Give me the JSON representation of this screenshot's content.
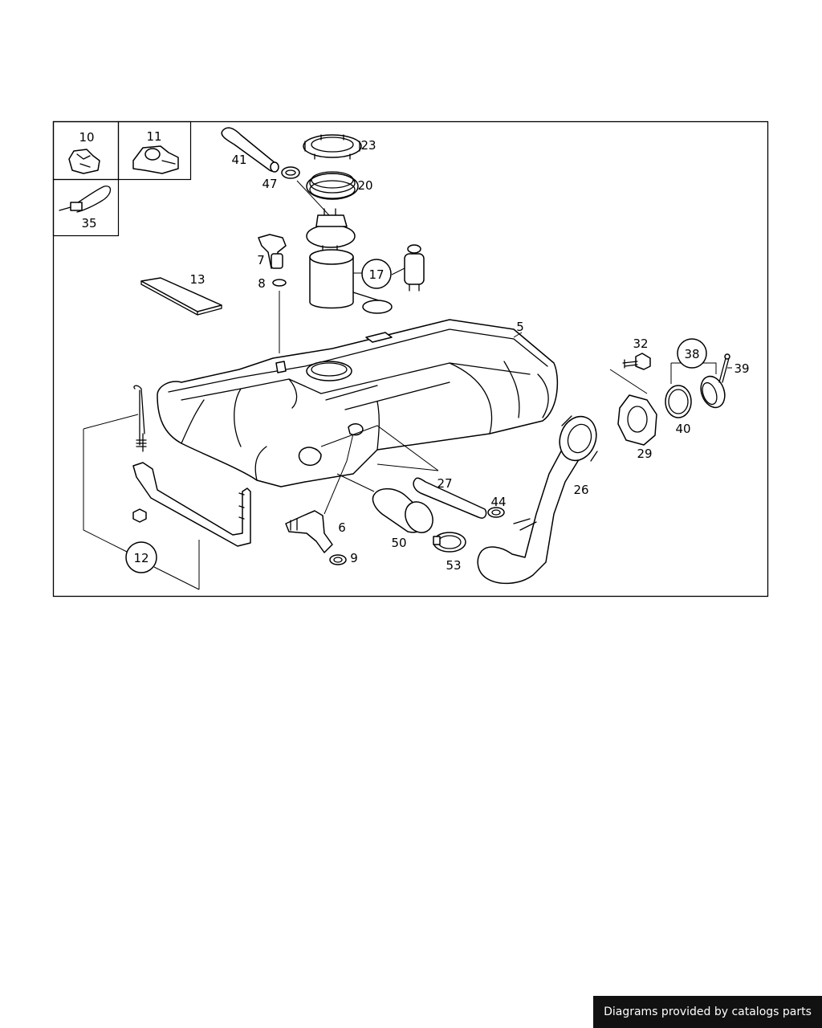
{
  "labels": {
    "l10": "10",
    "l11": "11",
    "l35": "35",
    "l41": "41",
    "l23": "23",
    "l47": "47",
    "l20": "20",
    "l7": "7",
    "l8": "8",
    "l13": "13",
    "l17": "17",
    "l5": "5",
    "l32": "32",
    "l38": "38",
    "l39": "39",
    "l40": "40",
    "l29": "29",
    "l26": "26",
    "l27": "27",
    "l44": "44",
    "l6": "6",
    "l9": "9",
    "l50": "50",
    "l53": "53",
    "l12": "12"
  },
  "credit": "Diagrams provided by catalogs parts"
}
